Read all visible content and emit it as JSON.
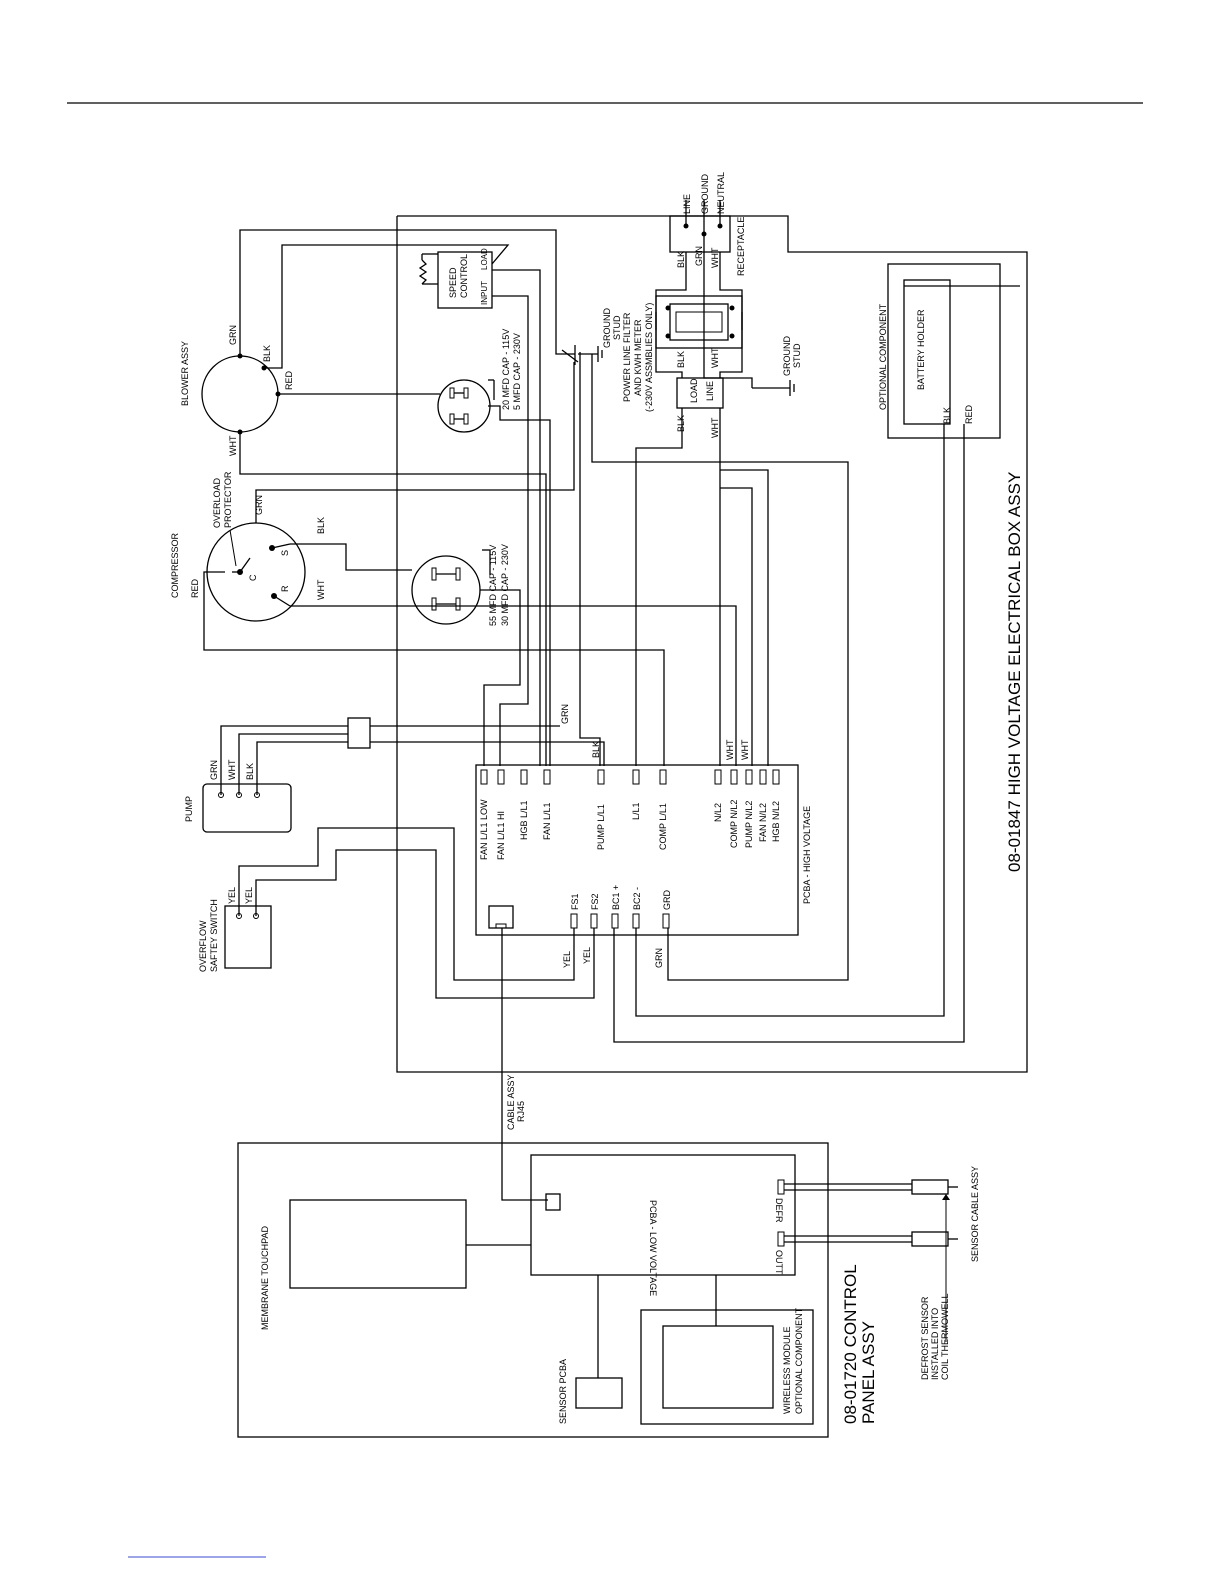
{
  "title_high_voltage": "08-01847 HIGH VOLTAGE ELECTRICAL BOX ASSY",
  "title_control_line1": "08-01720 CONTROL",
  "title_control_line2": "PANEL ASSY",
  "components": {
    "blower": "BLOWER ASSY",
    "compressor": "COMPRESSOR",
    "overload_line1": "OVERLOAD",
    "overload_line2": "PROTECTOR",
    "pump": "PUMP",
    "overflow_line1": "OVERFLOW",
    "overflow_line2": "SAFTEY SWITCH",
    "speed_control_line1": "SPEED",
    "speed_control_line2": "CONTROL",
    "speed_input": "INPUT",
    "speed_load": "LOAD",
    "cap_blower_line1": "20 MFD CAP - 115V",
    "cap_blower_line2": "5 MFD CAP - 230V",
    "cap_comp_line1": "55 MFD CAP - 115V",
    "cap_comp_line2": "30 MFD CAP - 230V",
    "ground_stud_line1": "GROUND",
    "ground_stud_line2": "STUD",
    "filter_line1": "POWER LINE FILTER",
    "filter_line2": "AND KWH METER",
    "filter_line3": "(-230V ASSMBLIES ONLY)",
    "filter_load": "LOAD",
    "filter_line": "LINE",
    "receptacle": "RECEPTACLE",
    "line": "LINE",
    "ground": "GROUND",
    "neutral": "NEUTRAL",
    "optional_component": "OPTIONAL COMPONENT",
    "battery_holder": "BATTERY HOLDER",
    "cable_assy_line1": "CABLE ASSY",
    "cable_assy_line2": "RJ45",
    "membrane": "MEMBRANE TOUCHPAD",
    "pcba_low": "PCBA - LOW VOLTAGE",
    "pcba_high": "PCBA - HIGH VOLTAGE",
    "sensor_pcba": "SENSOR PCBA",
    "wireless_line1": "WIRELESS MODULE",
    "wireless_line2": "OPTIONAL COMPONENT",
    "sensor_cable": "SENSOR CABLE ASSY",
    "defrost_line1": "DEFROST SENSOR",
    "defrost_line2": "INSTALLED INTO",
    "defrost_line3": "COIL THERMOWELL",
    "defr": "DEFR",
    "outt": "OUTT"
  },
  "terminals_top": [
    "FAN L/L1 LOW",
    "FAN L/L1 HI",
    "HGB L/L1",
    "FAN L/L1",
    "PUMP L/L1",
    "L/L1",
    "COMP L/L1"
  ],
  "terminals_neutral": [
    "N/L2",
    "COMP N/L2",
    "PUMP N/L2",
    "FAN N/L2",
    "HGB N/L2"
  ],
  "terminals_low": [
    "FS1",
    "FS2",
    "BC1 +",
    "BC2 -",
    "GRD"
  ],
  "wire_colors": {
    "grn": "GRN",
    "blk": "BLK",
    "wht": "WHT",
    "red": "RED",
    "yel": "YEL"
  },
  "motor_pins": {
    "c": "C",
    "s": "S",
    "r": "R"
  }
}
